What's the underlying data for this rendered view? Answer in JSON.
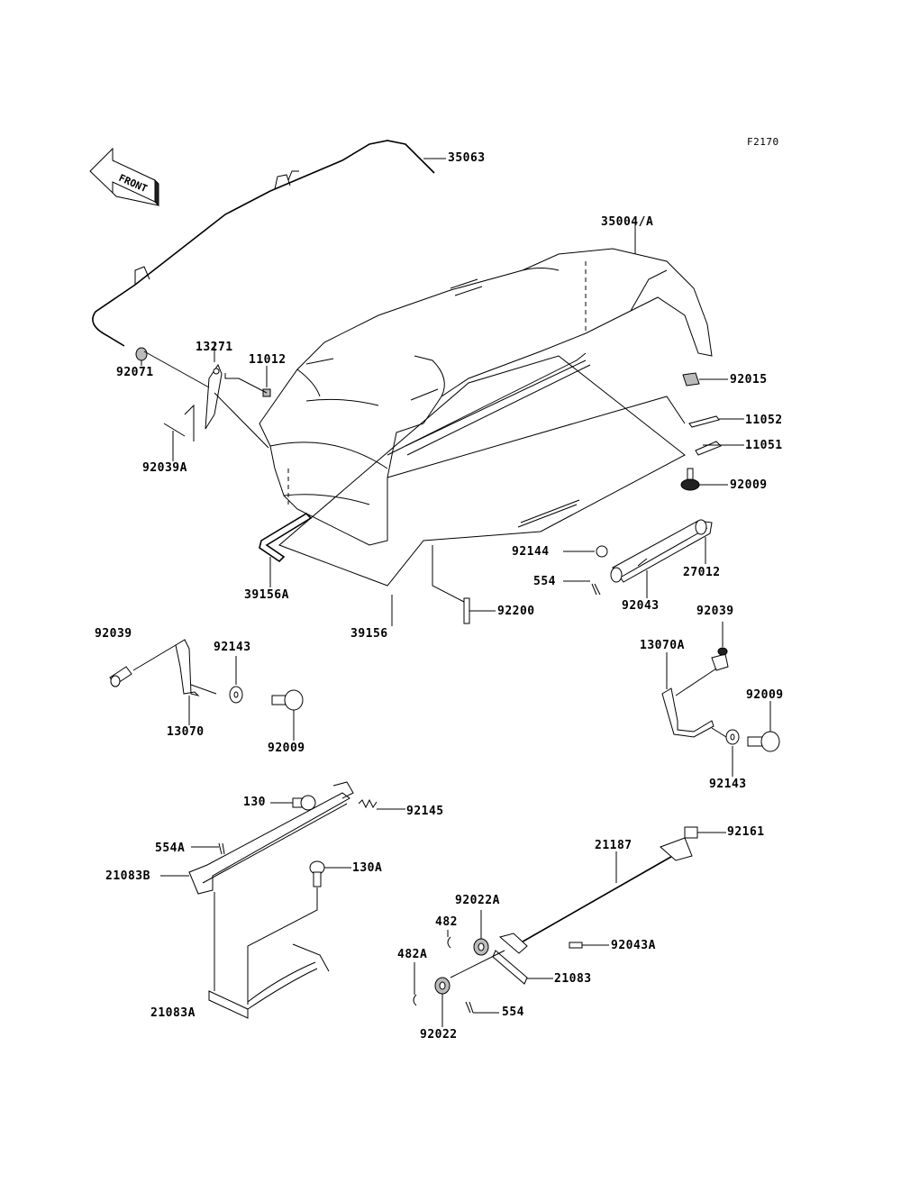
{
  "figure_code": "F2170",
  "front_arrow_text": "FRONT",
  "callouts": {
    "p35063": "35063",
    "p35004A": "35004/A",
    "p92071": "92071",
    "p13271": "13271",
    "p11012": "11012",
    "p92015": "92015",
    "p11052": "11052",
    "p11051": "11051",
    "p92039A": "92039A",
    "p92009a": "92009",
    "p92144": "92144",
    "p27012": "27012",
    "p554a": "554",
    "p92043": "92043",
    "p39156A": "39156A",
    "p39156": "39156",
    "p92200": "92200",
    "p92039a": "92039",
    "p92143a": "92143",
    "p13070": "13070",
    "p92009b": "92009",
    "p92039b": "92039",
    "p13070A": "13070A",
    "p92009c": "92009",
    "p92143b": "92143",
    "p130": "130",
    "p92145": "92145",
    "p554A": "554A",
    "p21083B": "21083B",
    "p130A": "130A",
    "p21083A": "21083A",
    "p21187": "21187",
    "p92161": "92161",
    "p92022A": "92022A",
    "p482": "482",
    "p482A": "482A",
    "p92043A": "92043A",
    "p21083": "21083",
    "p554b": "554",
    "p92022": "92022"
  }
}
